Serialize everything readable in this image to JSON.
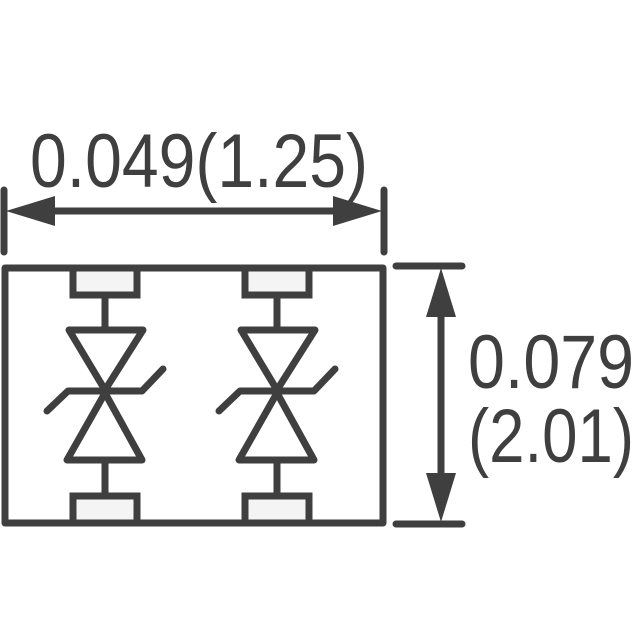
{
  "dimensions": {
    "width_label": "0.049(1.25)",
    "height_label_in": "0.079",
    "height_label_mm": "(2.01)"
  },
  "components": [
    {
      "type": "bidirectional-tvs-diode"
    },
    {
      "type": "bidirectional-tvs-diode"
    }
  ],
  "colors": {
    "stroke": "#3f3f40",
    "pad_fill": "#f4f4f4"
  }
}
